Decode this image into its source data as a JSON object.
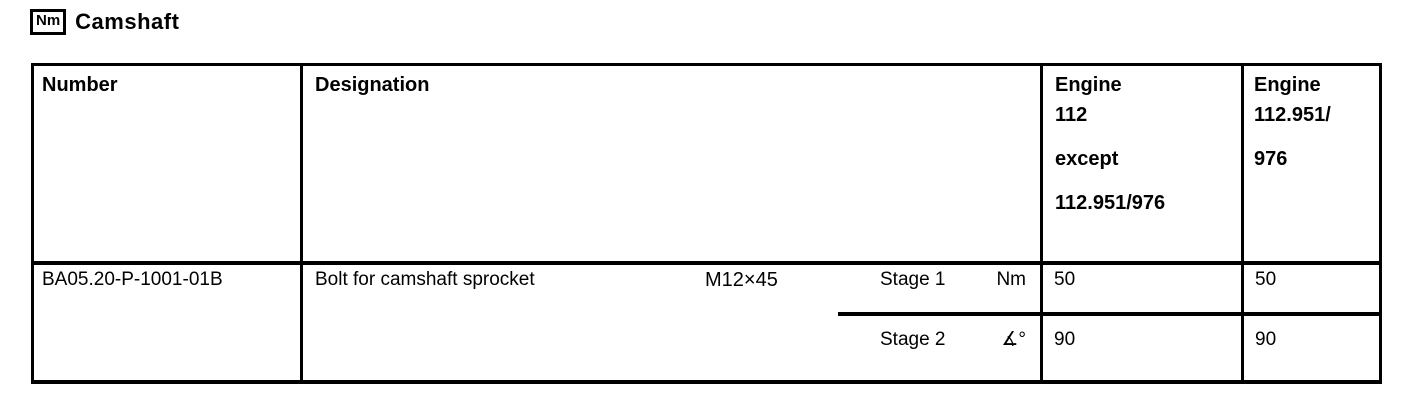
{
  "page": {
    "nm_badge": "Nm",
    "title": "Camshaft"
  },
  "colors": {
    "text": "#000000",
    "border": "#000000",
    "background": "#ffffff"
  },
  "table": {
    "headers": {
      "number": "Number",
      "designation": "Designation",
      "engine_col_1": {
        "line1": "Engine",
        "line2": "112",
        "line3": "except",
        "line4": "112.951/976"
      },
      "engine_col_2": {
        "line1": "Engine",
        "line2": "112.951/",
        "line3": "976"
      }
    },
    "row": {
      "number": "BA05.20-P-1001-01B",
      "designation": "Bolt for camshaft sprocket",
      "size": "M12×45",
      "stages": {
        "stage1": {
          "label": "Stage 1",
          "unit": "Nm",
          "engine_112_except": "50",
          "engine_112_951_976": "50"
        },
        "stage2": {
          "label": "Stage 2",
          "unit": "∡°",
          "engine_112_except": "90",
          "engine_112_951_976": "90"
        }
      }
    }
  }
}
